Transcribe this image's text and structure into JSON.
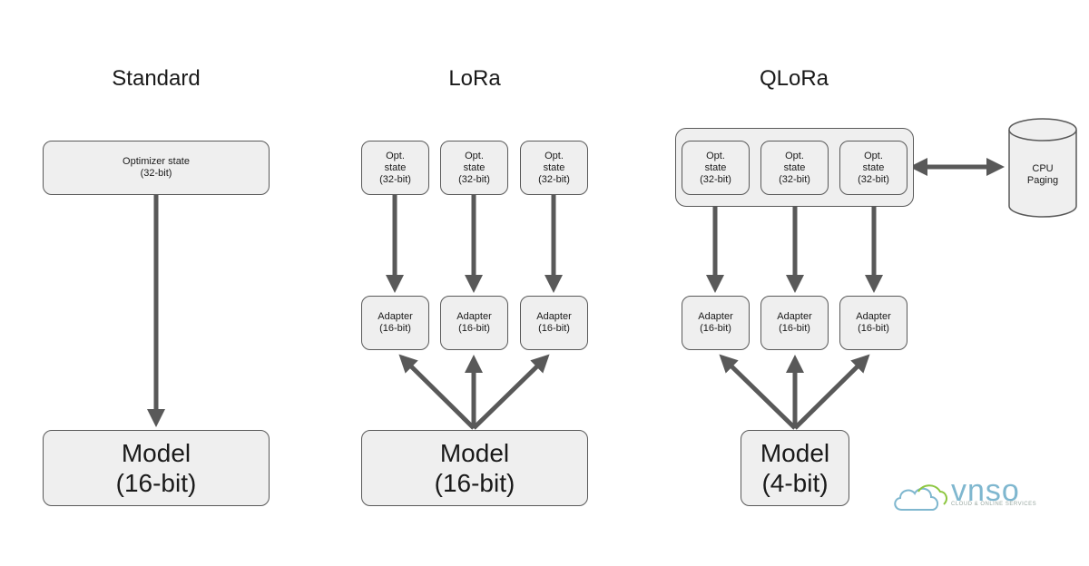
{
  "titles": {
    "standard": "Standard",
    "lora": "LoRa",
    "qlora": "QLoRa"
  },
  "standard": {
    "optimizer_line1": "Optimizer state",
    "optimizer_line2": "(32-bit)",
    "model_line1": "Model",
    "model_line2": "(16-bit)"
  },
  "lora": {
    "opt_line1": "Opt.",
    "opt_line2": "state",
    "opt_line3": "(32-bit)",
    "adapter_line1": "Adapter",
    "adapter_line2": "(16-bit)",
    "model_line1": "Model",
    "model_line2": "(16-bit)"
  },
  "qlora": {
    "opt_line1": "Opt.",
    "opt_line2": "state",
    "opt_line3": "(32-bit)",
    "adapter_line1": "Adapter",
    "adapter_line2": "(16-bit)",
    "model_line1": "Model",
    "model_line2": "(4-bit)",
    "cpu_line1": "CPU",
    "cpu_line2": "Paging"
  },
  "logo": {
    "name": "vnso",
    "tagline": "CLOUD & ONLINE SERVICES"
  },
  "colors": {
    "box_fill": "#efefef",
    "stroke": "#595959",
    "arrow": "#595959",
    "logo_blue": "#7fb7cf",
    "logo_green": "#8cc63f"
  }
}
